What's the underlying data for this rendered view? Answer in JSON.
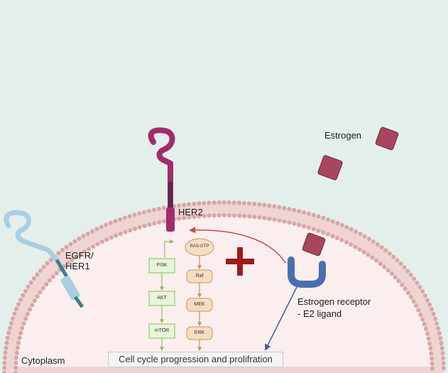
{
  "labels": {
    "estrogen": "Estrogen",
    "her2": "HER2",
    "egfr": "EGFR/\nHER1",
    "receptor_line1": "Estrogen receptor",
    "receptor_line2": "- E2 ligand",
    "cytoplasm": "Cytoplasm",
    "bottom_box": "Cell cycle progression and prolifration"
  },
  "pathway_left": [
    "PI3K",
    "AKT",
    "mTOR"
  ],
  "pathway_right": [
    "RAS-GTP",
    "Raf",
    "MEK",
    "ERK"
  ],
  "colors": {
    "background": "#e4efec",
    "cytoplasm": "#fbeeee",
    "membrane_bead": "#d7a7a7",
    "her2": "#a22b6c",
    "egfr": "#a9cfe0",
    "estrogen": "#a8455f",
    "receptor": "#4a6fb0",
    "inhibit_cross": "#9b1b1b",
    "red_arrow": "#d04848",
    "blue_arrow": "#3f5aa0",
    "left_box_fill": "#e6f5d8",
    "left_box_stroke": "#8bbf5a",
    "right_box_fill": "#f6ddc2",
    "right_box_stroke": "#c89458"
  }
}
